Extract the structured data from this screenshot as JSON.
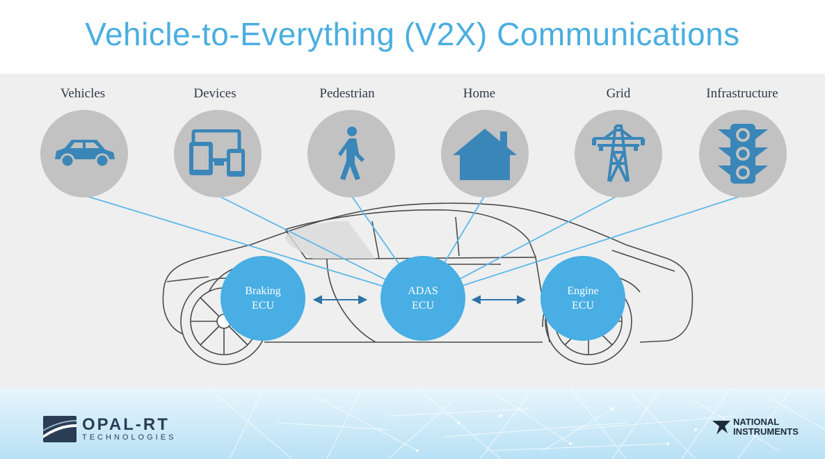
{
  "title": "Vehicle-to-Everything (V2X) Communications",
  "categories": [
    {
      "label": "Vehicles",
      "icon": "car-icon"
    },
    {
      "label": "Devices",
      "icon": "devices-icon"
    },
    {
      "label": "Pedestrian",
      "icon": "pedestrian-icon"
    },
    {
      "label": "Home",
      "icon": "house-icon"
    },
    {
      "label": "Grid",
      "icon": "power-tower-icon"
    },
    {
      "label": "Infrastructure",
      "icon": "traffic-light-icon"
    }
  ],
  "ecus": [
    {
      "line1": "Braking",
      "line2": "ECU"
    },
    {
      "line1": "ADAS",
      "line2": "ECU"
    },
    {
      "line1": "Engine",
      "line2": "ECU"
    }
  ],
  "logos": {
    "opal_name": "OPAL-RT",
    "opal_sub": "TECHNOLOGIES",
    "ni_line1": "NATIONAL",
    "ni_line2": "INSTRUMENTS"
  },
  "colors": {
    "accent": "#48aee3",
    "title": "#4aaee0",
    "icon_fill": "#3a86b8",
    "icon_bg": "#c2c2c2"
  }
}
